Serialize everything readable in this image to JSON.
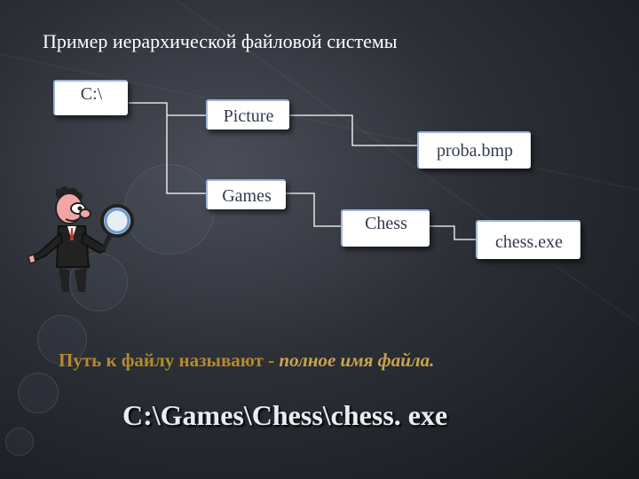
{
  "title": "Пример иерархической файловой системы",
  "tree": {
    "root": "C:\\",
    "picture": "Picture",
    "proba": "proba.bmp",
    "games": "Games",
    "chess": "Chess",
    "chess_exe": "chess.exe"
  },
  "note": {
    "part1": "Путь к файлу называют",
    "dash": " - ",
    "part2": "полное имя файла."
  },
  "full_path": "C:\\Games\\Chess\\chess. exe",
  "colors": {
    "node_bg": "#ffffff",
    "node_text": "#333b4e",
    "line": "#ffffff",
    "note_text": "#b58a2c"
  }
}
